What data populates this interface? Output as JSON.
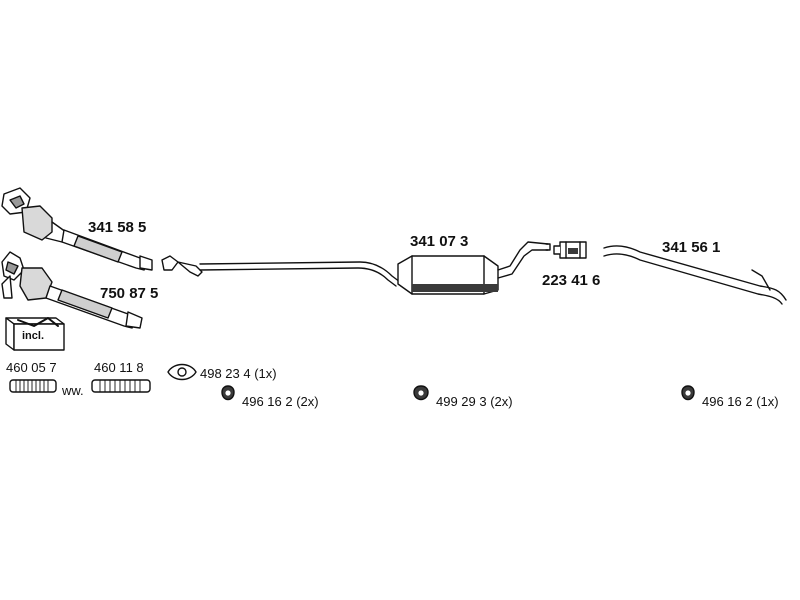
{
  "parts": {
    "p341585": "341 58 5",
    "p750875": "750 87 5",
    "p341073": "341 07 3",
    "p223416": "223 41 6",
    "p341561": "341 56 1",
    "p460057": "460 05 7",
    "p460118": "460 11 8",
    "p498234": "498 23 4 (1x)",
    "p496162a": "496 16 2 (2x)",
    "p499293": "499 29 3 (2x)",
    "p496162b": "496 16 2 (1x)",
    "ww": "ww.",
    "incl": "incl."
  },
  "colors": {
    "stroke": "#111111",
    "fill": "#ffffff",
    "shade": "#bdbdbd",
    "dark": "#3a3a3a"
  }
}
